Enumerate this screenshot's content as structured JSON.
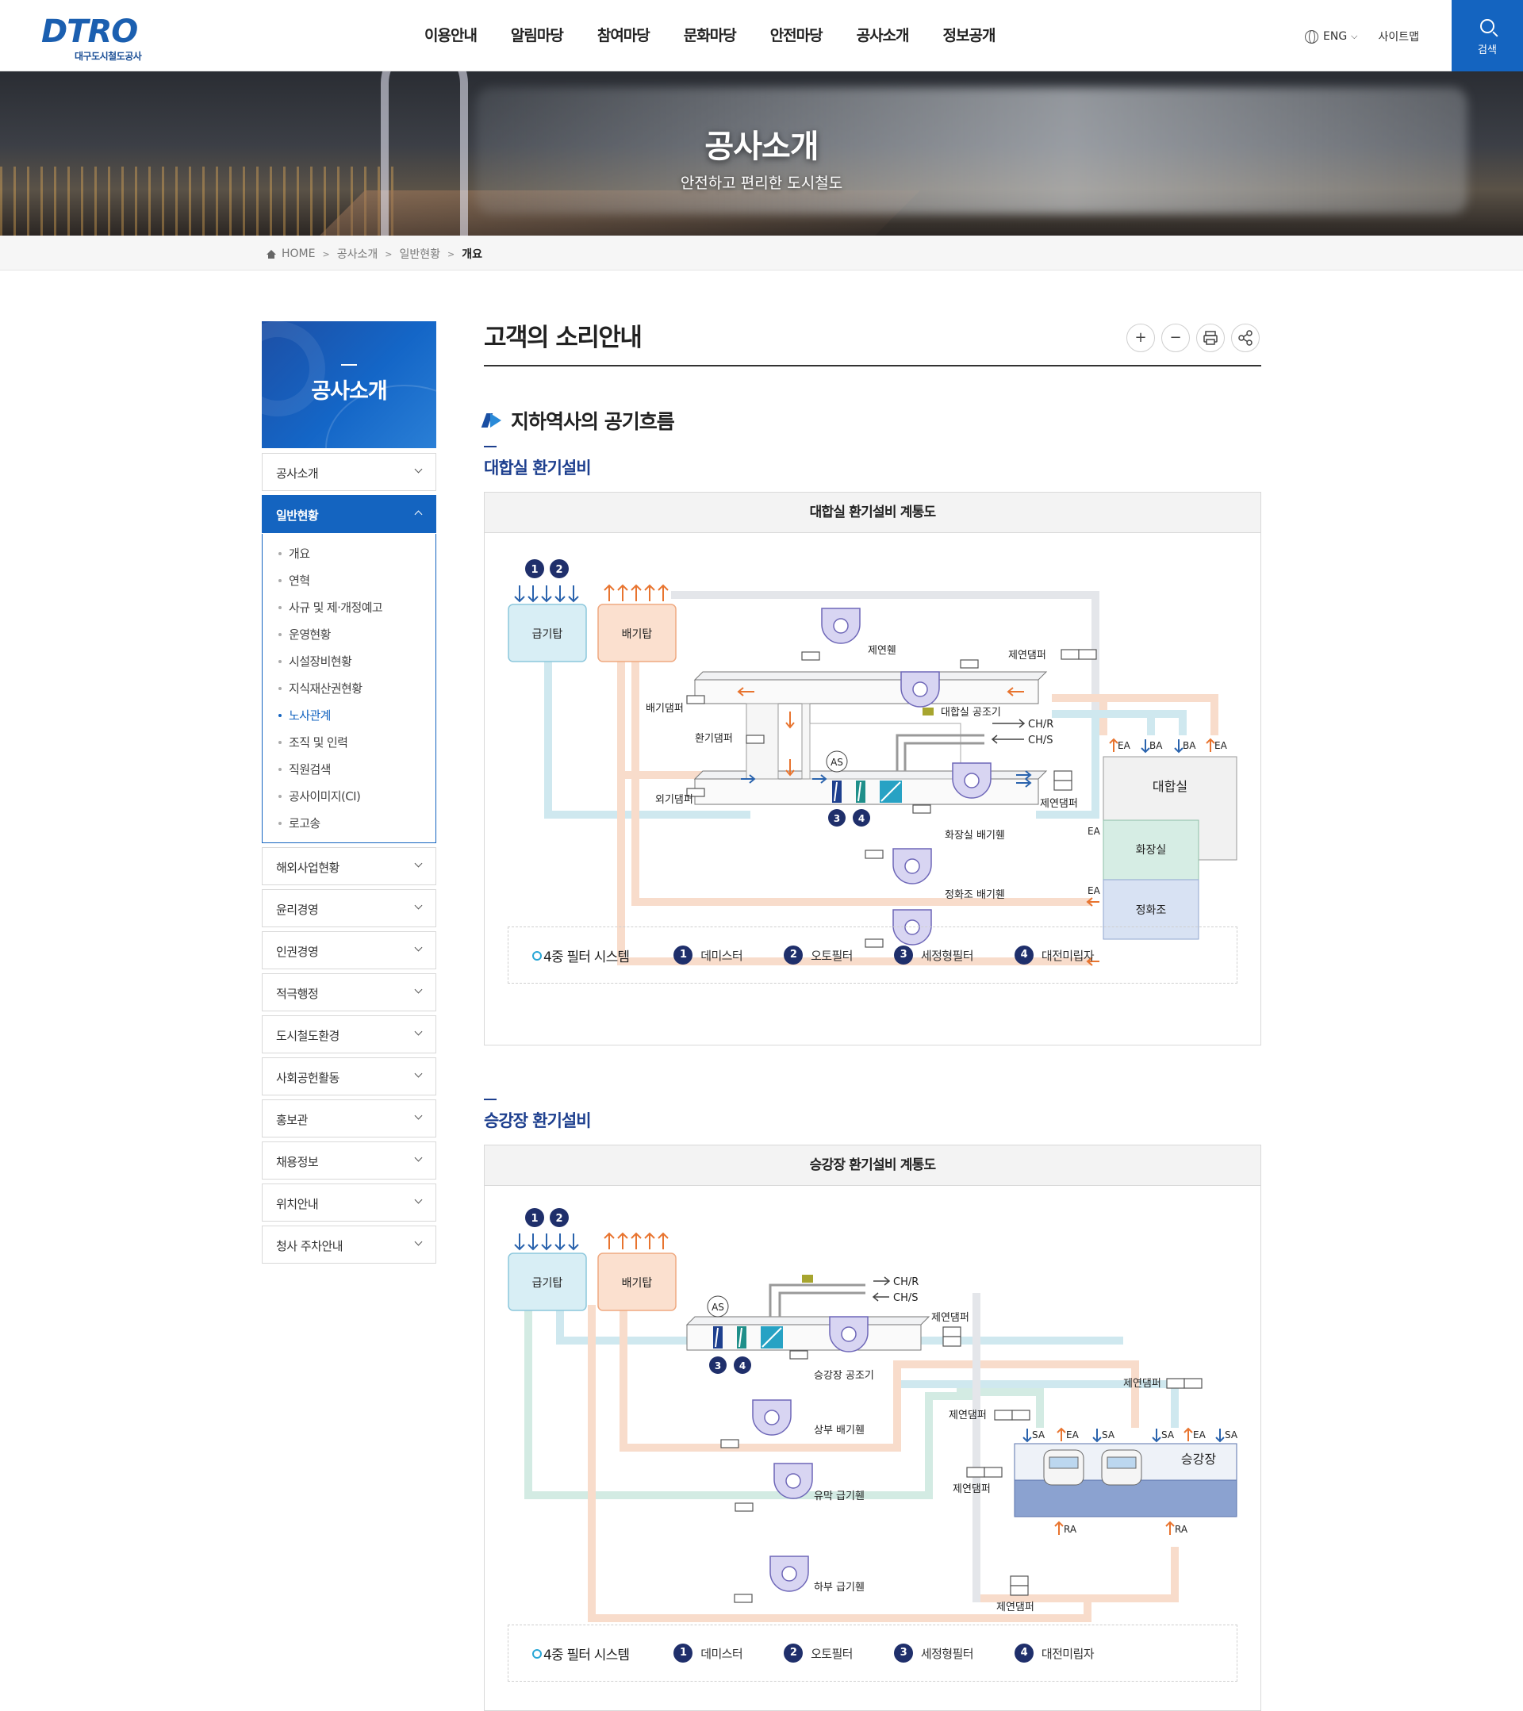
{
  "header": {
    "logo": "DTRO",
    "logo_sub": "대구도시철도공사",
    "nav": [
      "이용안내",
      "알림마당",
      "참여마당",
      "문화마당",
      "안전마당",
      "공사소개",
      "정보공개"
    ],
    "lang": "ENG",
    "sitemap": "사이트맵",
    "search": "검색"
  },
  "hero": {
    "title": "공사소개",
    "subtitle": "안전하고 편리한 도시철도"
  },
  "breadcrumb": {
    "home": "HOME",
    "items": [
      "공사소개",
      "일반현황"
    ],
    "current": "개요"
  },
  "sidebar": {
    "title": "공사소개",
    "top_item": "공사소개",
    "active_item": "일반현황",
    "sub_items": [
      "개요",
      "연혁",
      "사규 및 제·개정예고",
      "운영현황",
      "시설장비현황",
      "지식재산권현황",
      "노사관계",
      "조직 및 인력",
      "직원검색",
      "공사이미지(CI)",
      "로고송"
    ],
    "active_sub": "노사관계",
    "items": [
      "해외사업현황",
      "윤리경영",
      "인권경영",
      "적극행정",
      "도시철도환경",
      "사회공헌활동",
      "홍보관",
      "채용정보",
      "위치안내",
      "청사 주차안내"
    ]
  },
  "main": {
    "title": "고객의 소리안내",
    "tools": {
      "zoom_in": "+",
      "zoom_out": "−"
    },
    "section_title": "지하역사의 공기흐름",
    "sections": [
      {
        "title": "대합실 환기설비",
        "panel_title": "대합실 환기설비 계통도"
      },
      {
        "title": "승강장 환기설비",
        "panel_title": "승강장 환기설비 계통도"
      }
    ],
    "legend": {
      "title": "4중 필터 시스템",
      "items": [
        {
          "num": "1",
          "label": "데미스터"
        },
        {
          "num": "2",
          "label": "오토필터"
        },
        {
          "num": "3",
          "label": "세정형필터"
        },
        {
          "num": "4",
          "label": "대전미립자"
        }
      ]
    },
    "diagram1": {
      "supply_tower": "급기탑",
      "exhaust_tower": "배기탑",
      "smoke_fan": "제연휀",
      "smoke_damper": "제연댐퍼",
      "exhaust_damper": "배기댐퍼",
      "vent_damper": "환기댐퍼",
      "outside_damper": "외기댐퍼",
      "ahu": "대합실 공조기",
      "chr": "CH/R",
      "chs": "CH/S",
      "as": "AS",
      "toilet_fan": "화장실 배기휀",
      "septic_fan": "정화조 배기휀",
      "concourse": "대합실",
      "toilet": "화장실",
      "septic": "정화조",
      "ea": "EA",
      "ba": "BA"
    },
    "diagram2": {
      "supply_tower": "급기탑",
      "exhaust_tower": "배기탑",
      "as": "AS",
      "chr": "CH/R",
      "chs": "CH/S",
      "smoke_damper": "제연댐퍼",
      "ahu": "승강장 공조기",
      "upper_fan": "상부 배기휀",
      "psd_fan": "유막 급기휀",
      "lower_fan": "하부 급기휀",
      "platform": "승강장",
      "sa": "SA",
      "ea": "EA",
      "ra": "RA"
    },
    "colors": {
      "primary": "#1464c0",
      "navy": "#1f2f6b",
      "supply": "#cfe8ef",
      "exhaust": "#f8dccb",
      "orange": "#e8742f",
      "blue": "#2a63ad"
    }
  }
}
